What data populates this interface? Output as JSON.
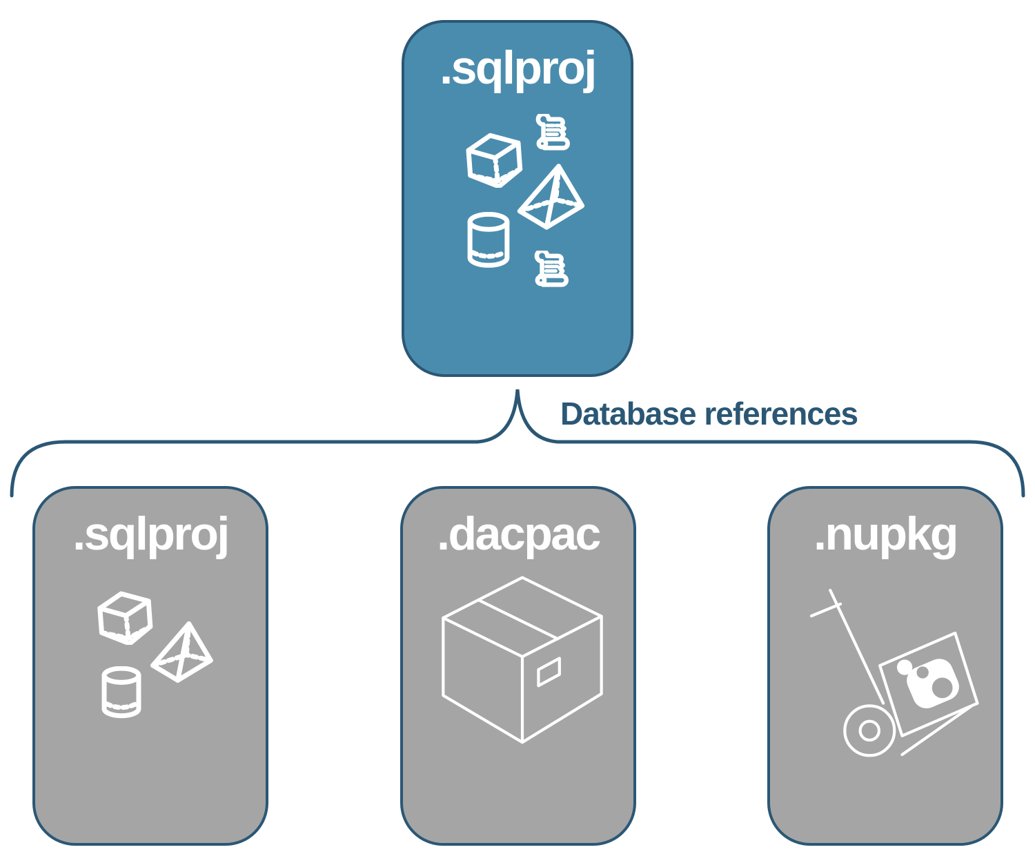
{
  "diagram": {
    "connector_label": "Database references",
    "root": {
      "label": ".sqlproj",
      "icons": [
        "cube",
        "scroll",
        "pyramid",
        "cylinder",
        "scroll"
      ]
    },
    "children": [
      {
        "label": ".sqlproj",
        "icons": [
          "cube",
          "pyramid",
          "cylinder"
        ]
      },
      {
        "label": ".dacpac",
        "icons": [
          "package-box"
        ]
      },
      {
        "label": ".nupkg",
        "icons": [
          "hand-truck-nuget-package"
        ]
      }
    ],
    "colors": {
      "root_fill": "#4A8CAD",
      "child_fill": "#A5A5A5",
      "outline_and_text": "#2B5775",
      "icon_stroke": "#FFFFFF",
      "background": "#FFFFFF"
    }
  }
}
